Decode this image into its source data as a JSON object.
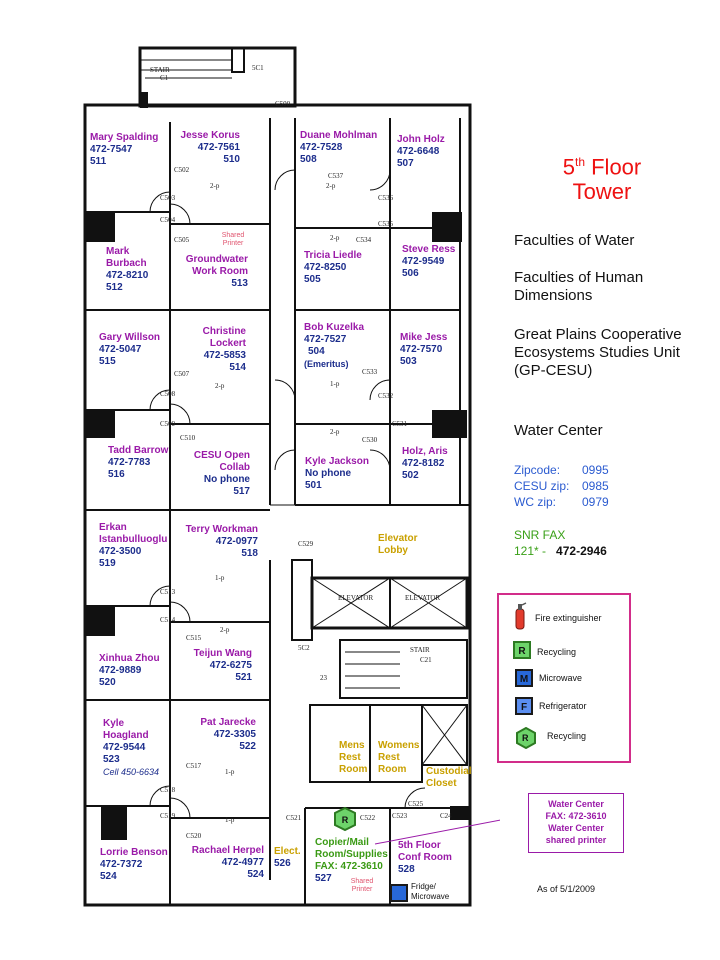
{
  "title": {
    "line1_num": "5",
    "line1_sup": "th",
    "line1_rest": " Floor",
    "line2": "Tower"
  },
  "faculties": [
    "Faculties of Water",
    "Faculties of Human Dimensions",
    "Great Plains Cooperative Ecosystems Studies Unit (GP-CESU)",
    "Water Center"
  ],
  "zips": [
    {
      "label": "Zipcode:",
      "value": "0995"
    },
    {
      "label": "CESU zip:",
      "value": "0985"
    },
    {
      "label": "WC zip:",
      "value": "0979"
    }
  ],
  "snr_fax": {
    "label": "SNR FAX",
    "prefix": "121* -",
    "number": "472-2946"
  },
  "legend": {
    "fire": "Fire extinguisher",
    "recycling1": "Recycling",
    "microwave": "Microwave",
    "refrigerator": "Refrigerator",
    "recycling2": "Recycling",
    "r": "R",
    "m": "M",
    "f": "F"
  },
  "wc_box": {
    "l1": "Water Center",
    "l2": "FAX:  472-3610",
    "l3": "Water Center",
    "l4": "shared printer"
  },
  "as_of": "As of  5/1/2009",
  "rooms": {
    "r511": {
      "name": "Mary Spalding",
      "phone": "472-7547",
      "room": "511"
    },
    "r510": {
      "name": "Jesse Korus",
      "phone": "472-7561",
      "room": "510"
    },
    "r508": {
      "name": "Duane Mohlman",
      "phone": "472-7528",
      "room": "508"
    },
    "r507": {
      "name": "John Holz",
      "phone": "472-6648",
      "room": "507"
    },
    "r512": {
      "name": "Mark Burbach",
      "phone": "472-8210",
      "room": "512"
    },
    "r513": {
      "name": "Groundwater Work Room",
      "room": "513",
      "printer": "Shared Printer"
    },
    "r505": {
      "name": "Tricia Liedle",
      "phone": "472-8250",
      "room": "505"
    },
    "r506": {
      "name": "Steve Ress",
      "phone": "472-9549",
      "room": "506"
    },
    "r515": {
      "name": "Gary Willson",
      "phone": "472-5047",
      "room": "515"
    },
    "r514": {
      "name": "Christine Lockert",
      "phone": "472-5853",
      "room": "514"
    },
    "r504": {
      "name": "Bob Kuzelka",
      "phone": "472-7527",
      "room": "504",
      "extra": "(Emeritus)"
    },
    "r503": {
      "name": "Mike Jess",
      "phone": "472-7570",
      "room": "503"
    },
    "r516": {
      "name": "Tadd Barrow",
      "phone": "472-7783",
      "room": "516"
    },
    "r517": {
      "name": "CESU Open Collab",
      "phone": "No phone",
      "room": "517"
    },
    "r501": {
      "name": "Kyle Jackson",
      "phone": "No phone",
      "room": "501"
    },
    "r502": {
      "name": "Holz, Aris",
      "phone": "472-8182",
      "room": "502"
    },
    "r519": {
      "name": "Erkan Istanbulluoglu",
      "phone": "472-3500",
      "room": "519"
    },
    "r518": {
      "name": "Terry Workman",
      "phone": "472-0977",
      "room": "518"
    },
    "elev": {
      "name": "Elevator Lobby"
    },
    "r520": {
      "name": "Xinhua Zhou",
      "phone": "472-9889",
      "room": "520"
    },
    "r521": {
      "name": "Teijun Wang",
      "phone": "472-6275",
      "room": "521"
    },
    "r523": {
      "name": "Kyle Hoagland",
      "phone": "472-9544",
      "room": "523",
      "cell": "Cell 450-6634"
    },
    "r522": {
      "name": "Pat Jarecke",
      "phone": "472-3305",
      "room": "522"
    },
    "mens": {
      "name": "Mens Rest Room"
    },
    "womens": {
      "name": "Womens Rest Room"
    },
    "cust": {
      "name": "Custodial Closet"
    },
    "r524a": {
      "name": "Lorrie Benson",
      "phone": "472-7372",
      "room": "524"
    },
    "r524b": {
      "name": "Rachael Herpel",
      "phone": "472-4977",
      "room": "524"
    },
    "r526": {
      "name": "Elect.",
      "room": "526"
    },
    "r527": {
      "name": "Copier/Mail Room/Supplies",
      "fax": "FAX: 472-3610",
      "room": "527",
      "printer": "Shared Printer"
    },
    "r528": {
      "name": "5th Floor Conf Room",
      "room": "528"
    },
    "fridge": {
      "name": "Fridge/ Microwave"
    }
  },
  "tags": [
    "STAIR",
    "C1",
    "5C1",
    "C500",
    "C502",
    "C503",
    "C504",
    "C505",
    "C537",
    "C536",
    "C535",
    "C534",
    "C533",
    "C532",
    "C531",
    "C530",
    "C529",
    "C508",
    "C509",
    "C510",
    "C507",
    "C513",
    "C514",
    "C515",
    "C517",
    "C518",
    "C519",
    "C520",
    "C521",
    "C522",
    "C523",
    "C525",
    "C24",
    "5C2",
    "C21",
    "23",
    "ELEVATOR",
    "2-p",
    "1-p"
  ]
}
